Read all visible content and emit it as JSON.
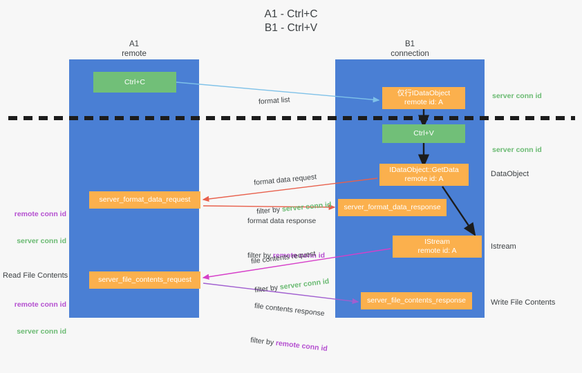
{
  "title": "A1 - Ctrl+C\nB1 - Ctrl+V",
  "columns": {
    "a1": "A1\nremote",
    "b1": "B1\nconnection"
  },
  "boxes": {
    "ctrl_c": "Ctrl+C",
    "idataobject": {
      "line1": "仅行IDataObject",
      "line2": "remote id: A"
    },
    "ctrl_v": "Ctrl+V",
    "getdata": {
      "line1": "IDataObject::GetData",
      "line2": "remote id: A"
    },
    "server_format_data_request": "server_format_data_request",
    "server_format_data_response": "server_format_data_response",
    "istream": {
      "line1": "IStream",
      "line2": "remote id: A"
    },
    "server_file_contents_request": "server_file_contents_request",
    "server_file_contents_response": "server_file_contents_response"
  },
  "side_labels": {
    "server_conn_id_1": "server conn id",
    "server_conn_id_2": "server conn id",
    "dataobject": "DataObject",
    "istream": "Istream",
    "write_file_contents": "Write File Contents"
  },
  "left_labels": {
    "remote_conn_id_1": "remote conn id",
    "server_conn_id_1": "server conn id",
    "read_file_contents": "Read File Contents",
    "remote_conn_id_2": "remote conn id",
    "server_conn_id_2": "server conn id"
  },
  "annotations": {
    "format_list": "format list",
    "format_data_request": "format data request",
    "format_data_request_filter_prefix": "filter by ",
    "format_data_request_filter_value": "server conn id",
    "format_data_response": "format data response",
    "format_data_response_filter_prefix": "filter by ",
    "format_data_response_filter_value": "remote conn id",
    "file_contents_request": "file contents request",
    "file_contents_request_filter_prefix": "filter by ",
    "file_contents_request_filter_value": "server conn id",
    "file_contents_response": "file contents response",
    "file_contents_response_filter_prefix": "filter by ",
    "file_contents_response_filter_value": "remote conn id"
  },
  "colors": {
    "lane": "#4a7fd4",
    "green_box": "#71bf78",
    "orange_box": "#fbb04d",
    "green_text": "#6aba72",
    "purple_text": "#b44fd0",
    "red_arrow": "#e8604c",
    "magenta_arrow": "#d63fc9",
    "purple_arrow": "#a15fd0",
    "blue_arrow": "#7ec1e8",
    "black_arrow": "#1c1c1c",
    "background": "#f7f7f7"
  }
}
